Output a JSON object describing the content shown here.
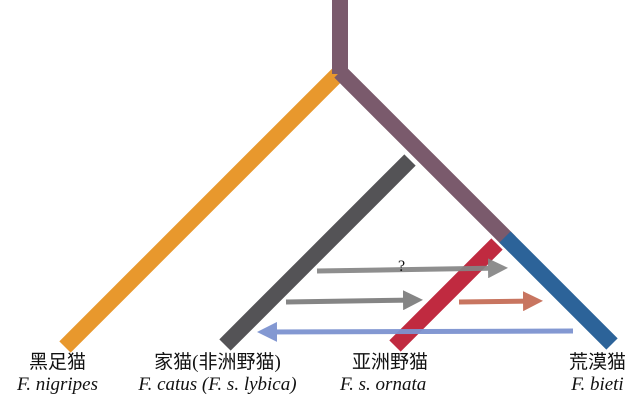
{
  "species": [
    {
      "cn": "黑足猫",
      "sci": "F. nigripes",
      "color": "#e8982d"
    },
    {
      "cn": "家猫(非洲野猫)",
      "sci": "F. catus (F. s. lybica)",
      "color": "#545356"
    },
    {
      "cn": "亚洲野猫",
      "sci": "F. s. ornata",
      "color": "#c02a40"
    },
    {
      "cn": "荒漠猫",
      "sci": "F. bieti",
      "color": "#2c6399"
    }
  ],
  "ancestor_color": "#7a5a6c",
  "gene_flow": {
    "uncertain_marker": "?",
    "colors": {
      "gray": "#858585",
      "orange": "#c87560",
      "blue": "#7d93d0"
    }
  }
}
